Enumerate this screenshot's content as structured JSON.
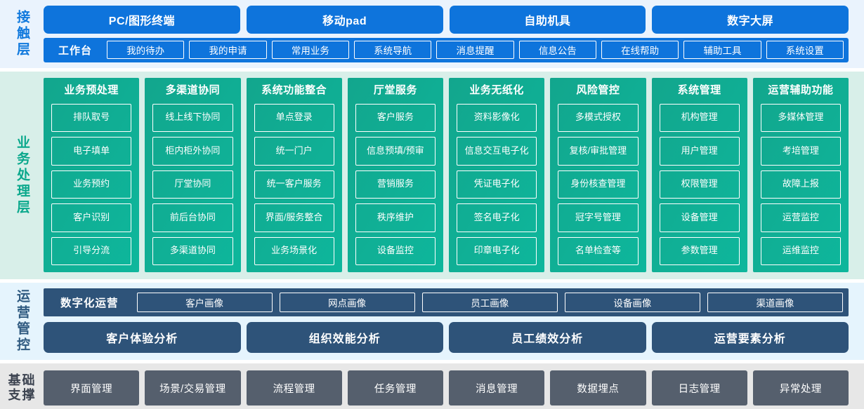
{
  "layers": {
    "contact": {
      "label": "接触层",
      "terminals": [
        {
          "label": "PC/图形终端"
        },
        {
          "label": "移动pad"
        },
        {
          "label": "自助机具"
        },
        {
          "label": "数字大屏"
        }
      ],
      "workbench_title": "工作台",
      "workbench_items": [
        {
          "label": "我的待办"
        },
        {
          "label": "我的申请"
        },
        {
          "label": "常用业务"
        },
        {
          "label": "系统导航"
        },
        {
          "label": "消息提醒"
        },
        {
          "label": "信息公告"
        },
        {
          "label": "在线帮助"
        },
        {
          "label": "辅助工具"
        },
        {
          "label": "系统设置"
        }
      ]
    },
    "business": {
      "label": "业务处理层",
      "columns": [
        {
          "title": "业务预处理",
          "items": [
            {
              "label": "排队取号"
            },
            {
              "label": "电子填单"
            },
            {
              "label": "业务预约"
            },
            {
              "label": "客户识别"
            },
            {
              "label": "引导分流"
            }
          ]
        },
        {
          "title": "多渠道协同",
          "items": [
            {
              "label": "线上线下协同"
            },
            {
              "label": "柜内柜外协同"
            },
            {
              "label": "厅堂协同"
            },
            {
              "label": "前后台协同"
            },
            {
              "label": "多渠道协同"
            }
          ]
        },
        {
          "title": "系统功能整合",
          "items": [
            {
              "label": "单点登录"
            },
            {
              "label": "统一门户"
            },
            {
              "label": "统一客户服务"
            },
            {
              "label": "界面/服务整合"
            },
            {
              "label": "业务场景化"
            }
          ]
        },
        {
          "title": "厅堂服务",
          "items": [
            {
              "label": "客户服务"
            },
            {
              "label": "信息预填/预审",
              "wrap": true
            },
            {
              "label": "营销服务"
            },
            {
              "label": "秩序维护"
            },
            {
              "label": "设备监控"
            }
          ]
        },
        {
          "title": "业务无纸化",
          "items": [
            {
              "label": "资料影像化"
            },
            {
              "label": "信息交互电子化"
            },
            {
              "label": "凭证电子化"
            },
            {
              "label": "签名电子化"
            },
            {
              "label": "印章电子化"
            }
          ]
        },
        {
          "title": "风险管控",
          "items": [
            {
              "label": "多模式授权"
            },
            {
              "label": "复核/审批管理"
            },
            {
              "label": "身份核查管理"
            },
            {
              "label": "冠字号管理"
            },
            {
              "label": "名单检查等"
            }
          ]
        },
        {
          "title": "系统管理",
          "items": [
            {
              "label": "机构管理"
            },
            {
              "label": "用户管理"
            },
            {
              "label": "权限管理"
            },
            {
              "label": "设备管理"
            },
            {
              "label": "参数管理"
            }
          ]
        },
        {
          "title": "运营辅助功能",
          "items": [
            {
              "label": "多媒体管理"
            },
            {
              "label": "考培管理"
            },
            {
              "label": "故障上报"
            },
            {
              "label": "运营监控"
            },
            {
              "label": "运维监控"
            }
          ]
        }
      ]
    },
    "operations": {
      "label": "运营管控",
      "portrait_title": "数字化运营",
      "portrait_items": [
        {
          "label": "客户画像"
        },
        {
          "label": "网点画像"
        },
        {
          "label": "员工画像"
        },
        {
          "label": "设备画像"
        },
        {
          "label": "渠道画像"
        }
      ],
      "analysis_items": [
        {
          "label": "客户体验分析"
        },
        {
          "label": "组织效能分析"
        },
        {
          "label": "员工绩效分析"
        },
        {
          "label": "运营要素分析"
        }
      ]
    },
    "foundation": {
      "label_lines": [
        "基",
        "础",
        "支",
        "撑"
      ],
      "items": [
        {
          "label": "界面管理"
        },
        {
          "label": "场景/交易管理"
        },
        {
          "label": "流程管理"
        },
        {
          "label": "任务管理"
        },
        {
          "label": "消息管理"
        },
        {
          "label": "数据埋点"
        },
        {
          "label": "日志管理"
        },
        {
          "label": "异常处理"
        }
      ]
    }
  },
  "colors": {
    "contact_blue": "#0e74dc",
    "contact_bg": "#eaf3fd",
    "business_teal": "#12a68d",
    "business_bg": "#d8efe9",
    "operations_navy": "#2e5379",
    "operations_bg": "#e5f4fd",
    "foundation_gray": "#555f6d",
    "foundation_bg": "#e7e7e7"
  }
}
